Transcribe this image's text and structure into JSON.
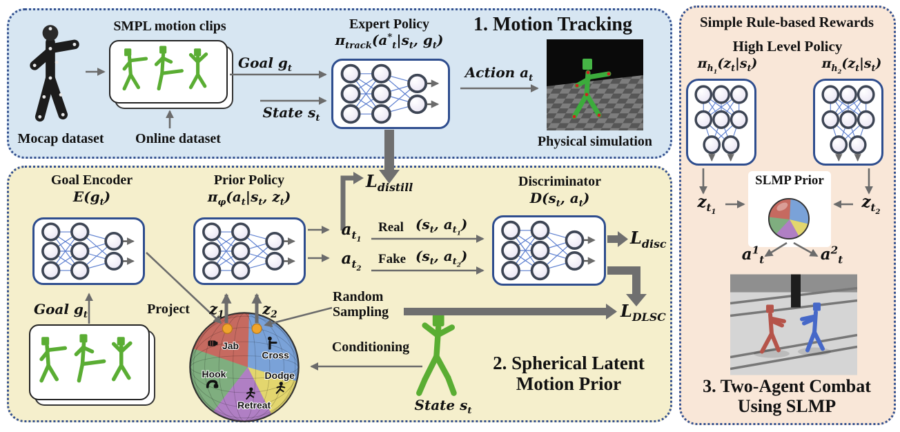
{
  "panels": {
    "motion_tracking": {
      "title": "1. Motion Tracking",
      "smpl_title": "SMPL motion clips",
      "mocap_label": "Mocap dataset",
      "online_label": "Online dataset",
      "goal_label": "Goal  g_{t}",
      "state_label": "State  s_{t}",
      "expert_title": "Expert Policy",
      "expert_formula": "π_{track}(a^{*}_{t}|s_{t}, g_{t})",
      "action_label": "Action  a_{t}",
      "simulation_label": "Physical simulation"
    },
    "slmp": {
      "title_line1": "2. Spherical Latent",
      "title_line2": "Motion Prior",
      "goal_encoder_title": "Goal Encoder",
      "goal_encoder_formula": "E(g_{t})",
      "prior_title": "Prior Policy",
      "prior_formula": "π_{φ}(a_{t}|s_{t}, z_{t})",
      "discriminator_title": "Discriminator",
      "discriminator_formula": "D(s_{t}, a_{t})",
      "loss_distill": "L_{distill}",
      "loss_disc": "L_{disc}",
      "loss_dlsc": "L_{DLSC}",
      "action1": "a_{t_{1}}",
      "action2": "a_{t_{2}}",
      "real_label": "Real",
      "real_pair": "(s_{t}, a_{t_{1}})",
      "fake_label": "Fake",
      "fake_pair": "(s_{t}, a_{t_{2}})",
      "random_line1": "Random",
      "random_line2": "Sampling",
      "project_label": "Project",
      "conditioning_label": "Conditioning",
      "goal_label": "Goal g_{t}",
      "state_label": "State  s_{t}",
      "z1": "z_{1}",
      "z2": "z_{2}",
      "sphere_regions": [
        {
          "label": "Jab",
          "color": "#c66a60",
          "icon": "fist-icon"
        },
        {
          "label": "Cross",
          "color": "#7aa2d8",
          "icon": "aiming-person-icon"
        },
        {
          "label": "Hook",
          "color": "#7fae7f",
          "icon": "hook-arm-icon"
        },
        {
          "label": "Dodge",
          "color": "#e3d66e",
          "icon": "running-person-icon"
        },
        {
          "label": "Retreat",
          "color": "#b07fc4",
          "icon": "running-person-icon"
        }
      ]
    },
    "combat": {
      "rewards_title": "Simple Rule-based Rewards",
      "hlp_title": "High Level Policy",
      "hlp1_formula": "π_{h_{1}}(z_{t}|s_{t})",
      "hlp2_formula": "π_{h_{2}}(z_{t}|s_{t})",
      "slmp_prior_label": "SLMP Prior",
      "zt1": "z_{t_{1}}",
      "zt2": "z_{t_{2}}",
      "a1": "a^{1}_{t}",
      "a2": "a^{2}_{t}",
      "title_line1": "3. Two-Agent Combat",
      "title_line2": "Using SLMP"
    }
  },
  "colors": {
    "panel_motion_tracking": "#d7e6f2",
    "panel_slmp": "#f5efcc",
    "panel_combat": "#f9e7d8",
    "panel_border": "#33508f",
    "network_border": "#2e4d8e",
    "arrow_gray": "#6b6b6b",
    "latent_dot": "#f0a42c",
    "figure_green": "#5aad33",
    "agent_red": "#b5544a",
    "agent_blue": "#4668c8"
  }
}
